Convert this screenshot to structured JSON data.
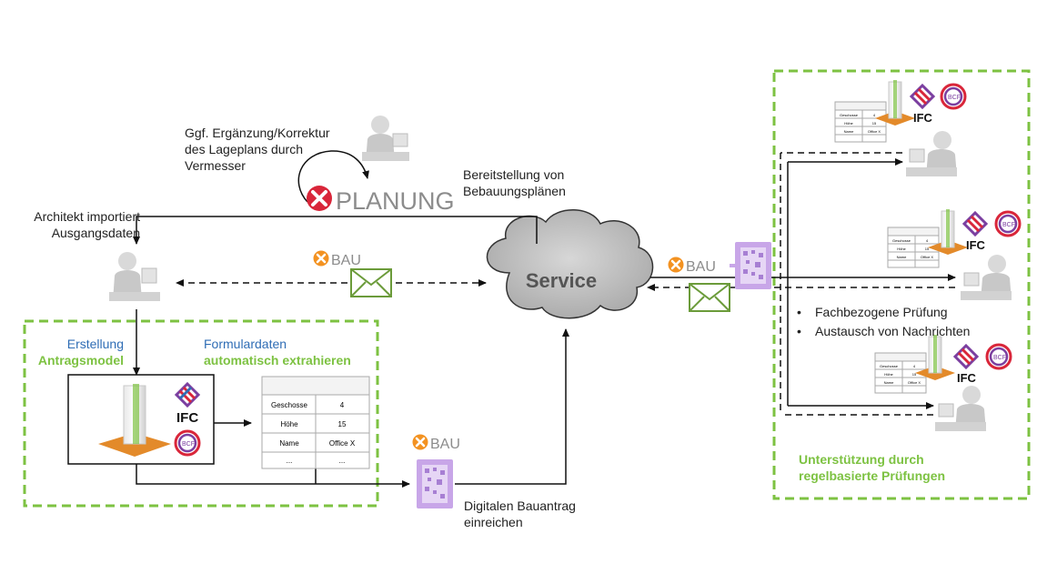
{
  "labels": {
    "vermesser_note": [
      "Ggf. Ergänzung/Korrektur",
      "des Lageplans durch",
      "Vermesser"
    ],
    "bereitstellung": [
      "Bereitstellung von",
      "Bebauungsplänen"
    ],
    "architekt": [
      "Architekt importiert",
      "Ausgangsdaten"
    ],
    "erstellung": "Erstellung",
    "antragsmodel": "Antragsmodel",
    "formulardaten": "Formulardaten",
    "extrahieren": "automatisch extrahieren",
    "service": "Service",
    "digitalen": [
      "Digitalen Bauantrag",
      "einreichen"
    ],
    "bullet1": "Fachbezogene Prüfung",
    "bullet2": "Austausch von Nachrichten",
    "unterstuetzung": [
      "Unterstützung durch",
      "regelbasierte Prüfungen"
    ]
  },
  "logos": {
    "xplanung": "PLANUNG",
    "xbau": "BAU",
    "ifc": "IFC",
    "bcf": "BCF"
  },
  "form_table": {
    "rows": [
      [
        "Geschosse",
        "4"
      ],
      [
        "Höhe",
        "15"
      ],
      [
        "Name",
        "Office X"
      ],
      [
        "...",
        "..."
      ]
    ]
  },
  "mini_table": {
    "rows": [
      [
        "Geschosse",
        "4"
      ],
      [
        "Höhe",
        "15"
      ],
      [
        "Name",
        "Office X"
      ],
      [
        "",
        ""
      ]
    ]
  },
  "colors": {
    "dashed_box": "#7dc242",
    "xbau_orange": "#f39221",
    "xplanung_red": "#d9263a",
    "envelope": "#6b9b3a",
    "cloud": "#bfbfbf",
    "qr_purple": "#c8a6e8"
  }
}
